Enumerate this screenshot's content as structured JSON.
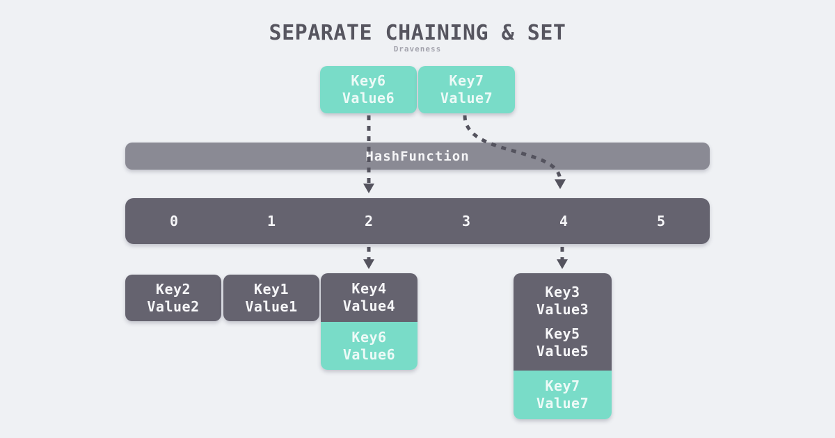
{
  "title": "SEPARATE CHAINING & SET",
  "subtitle": "Draveness",
  "hash_bar": {
    "label": "HashFunction"
  },
  "incoming": [
    {
      "key": "Key6",
      "value": "Value6"
    },
    {
      "key": "Key7",
      "value": "Value7"
    }
  ],
  "buckets": [
    "0",
    "1",
    "2",
    "3",
    "4",
    "5"
  ],
  "chains": [
    {
      "bucket": "0",
      "entries": [
        {
          "key": "Key2",
          "value": "Value2",
          "new": false
        }
      ]
    },
    {
      "bucket": "1",
      "entries": [
        {
          "key": "Key1",
          "value": "Value1",
          "new": false
        }
      ]
    },
    {
      "bucket": "2",
      "entries": [
        {
          "key": "Key4",
          "value": "Value4",
          "new": false
        },
        {
          "key": "Key6",
          "value": "Value6",
          "new": true
        }
      ]
    },
    {
      "bucket": "4",
      "entries": [
        {
          "key": "Key3",
          "value": "Value3",
          "new": false
        },
        {
          "key": "Key5",
          "value": "Value5",
          "new": false
        },
        {
          "key": "Key7",
          "value": "Value7",
          "new": true
        }
      ]
    }
  ],
  "links": [
    {
      "from": "Key6",
      "via": "HashFunction",
      "to_bucket": "2"
    },
    {
      "from": "Key7",
      "via": "HashFunction",
      "to_bucket": "4"
    },
    {
      "from_bucket": "2",
      "to_chain": "Key4"
    },
    {
      "from_bucket": "4",
      "to_chain": "Key3"
    }
  ],
  "colors": {
    "background": "#eff1f4",
    "teal": "#79dcc8",
    "dark_slate": "#65636f",
    "hash_gray": "#8a8a94",
    "arrow": "#54535e",
    "title_text": "#56555f",
    "subtitle_text": "#a2a2ac",
    "text_on_dark": "#f6f6f8",
    "text_on_teal": "#edfaf7"
  }
}
